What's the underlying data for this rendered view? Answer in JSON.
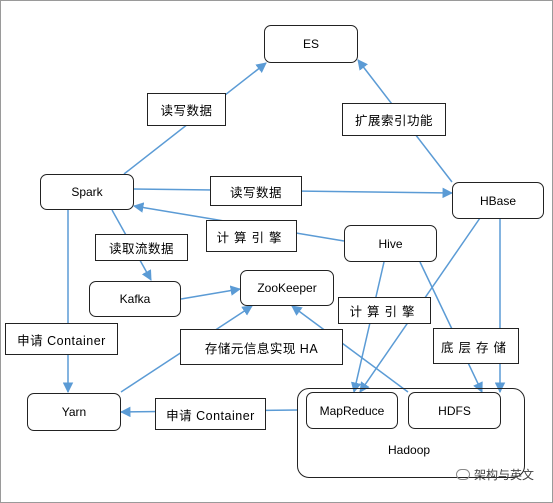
{
  "colors": {
    "edge": "#5b9bd5",
    "border": "#222222",
    "background": "#ffffff"
  },
  "nodes": {
    "es": "ES",
    "spark": "Spark",
    "hbase": "HBase",
    "hive": "Hive",
    "kafka": "Kafka",
    "zookeeper": "ZooKeeper",
    "yarn": "Yarn",
    "mapreduce": "MapReduce",
    "hdfs": "HDFS",
    "hadoop": "Hadoop"
  },
  "edge_labels": {
    "spark_es": "读写数据",
    "hbase_es": "扩展索引功能",
    "spark_hbase": "读写数据",
    "hive_spark": "计算引擎",
    "spark_kafka": "读取流数据",
    "hive_mapreduce": "计算引擎",
    "spark_yarn": "申请 Container",
    "ha": "存储元信息实现 HA",
    "hbase_hdfs": "底层存储",
    "hadoop_yarn": "申请 Container"
  },
  "watermark": "架构与英文"
}
